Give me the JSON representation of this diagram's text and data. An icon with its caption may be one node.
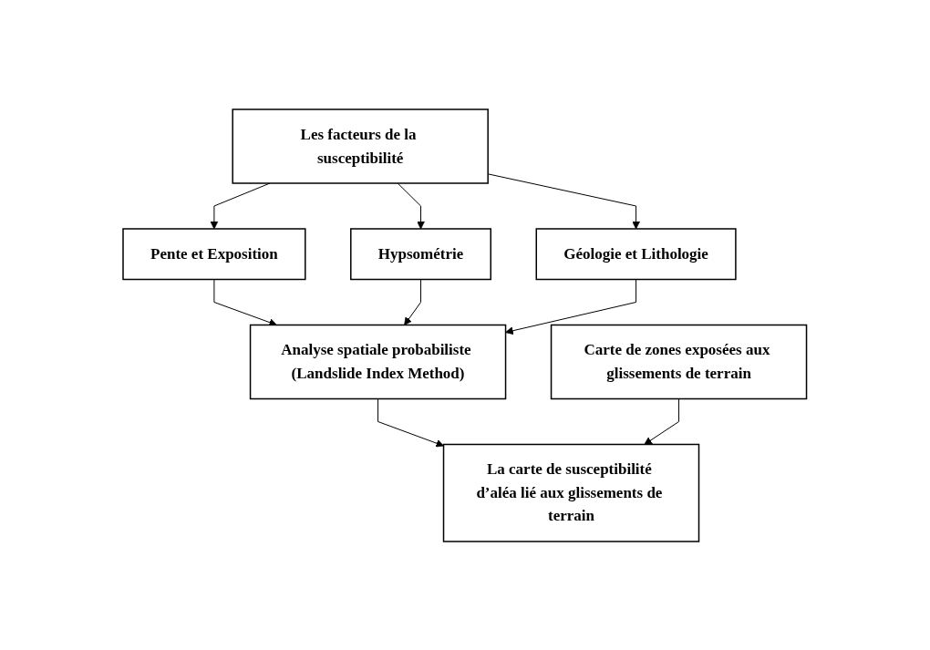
{
  "diagram": {
    "nodes": [
      {
        "text": [
          "Les facteurs de la susceptibilité"
        ]
      },
      {
        "text": [
          "Pente et Exposition"
        ]
      },
      {
        "text": [
          "Hypsométrie"
        ]
      },
      {
        "text": [
          "Géologie et Lithologie"
        ]
      },
      {
        "text": [
          "Analyse spatiale probabiliste (Landslide Index Method)"
        ]
      },
      {
        "text": [
          "Carte de zones exposées aux glissements de terrain"
        ]
      },
      {
        "text": [
          "La carte de susceptibilité d’aléa lié aux glissements de terrain"
        ]
      }
    ],
    "edges": [
      {
        "from": 0,
        "to": 1,
        "arrow": "to"
      },
      {
        "from": 0,
        "to": 2,
        "arrow": "to"
      },
      {
        "from": 0,
        "to": 3,
        "arrow": "to"
      },
      {
        "from": 1,
        "to": 4,
        "arrow": "to"
      },
      {
        "from": 2,
        "to": 4,
        "arrow": "to"
      },
      {
        "from": 3,
        "to": 4,
        "arrow": "to"
      },
      {
        "from": 4,
        "to": 6,
        "arrow": "to"
      },
      {
        "from": 5,
        "to": 6,
        "arrow": "to"
      }
    ]
  }
}
